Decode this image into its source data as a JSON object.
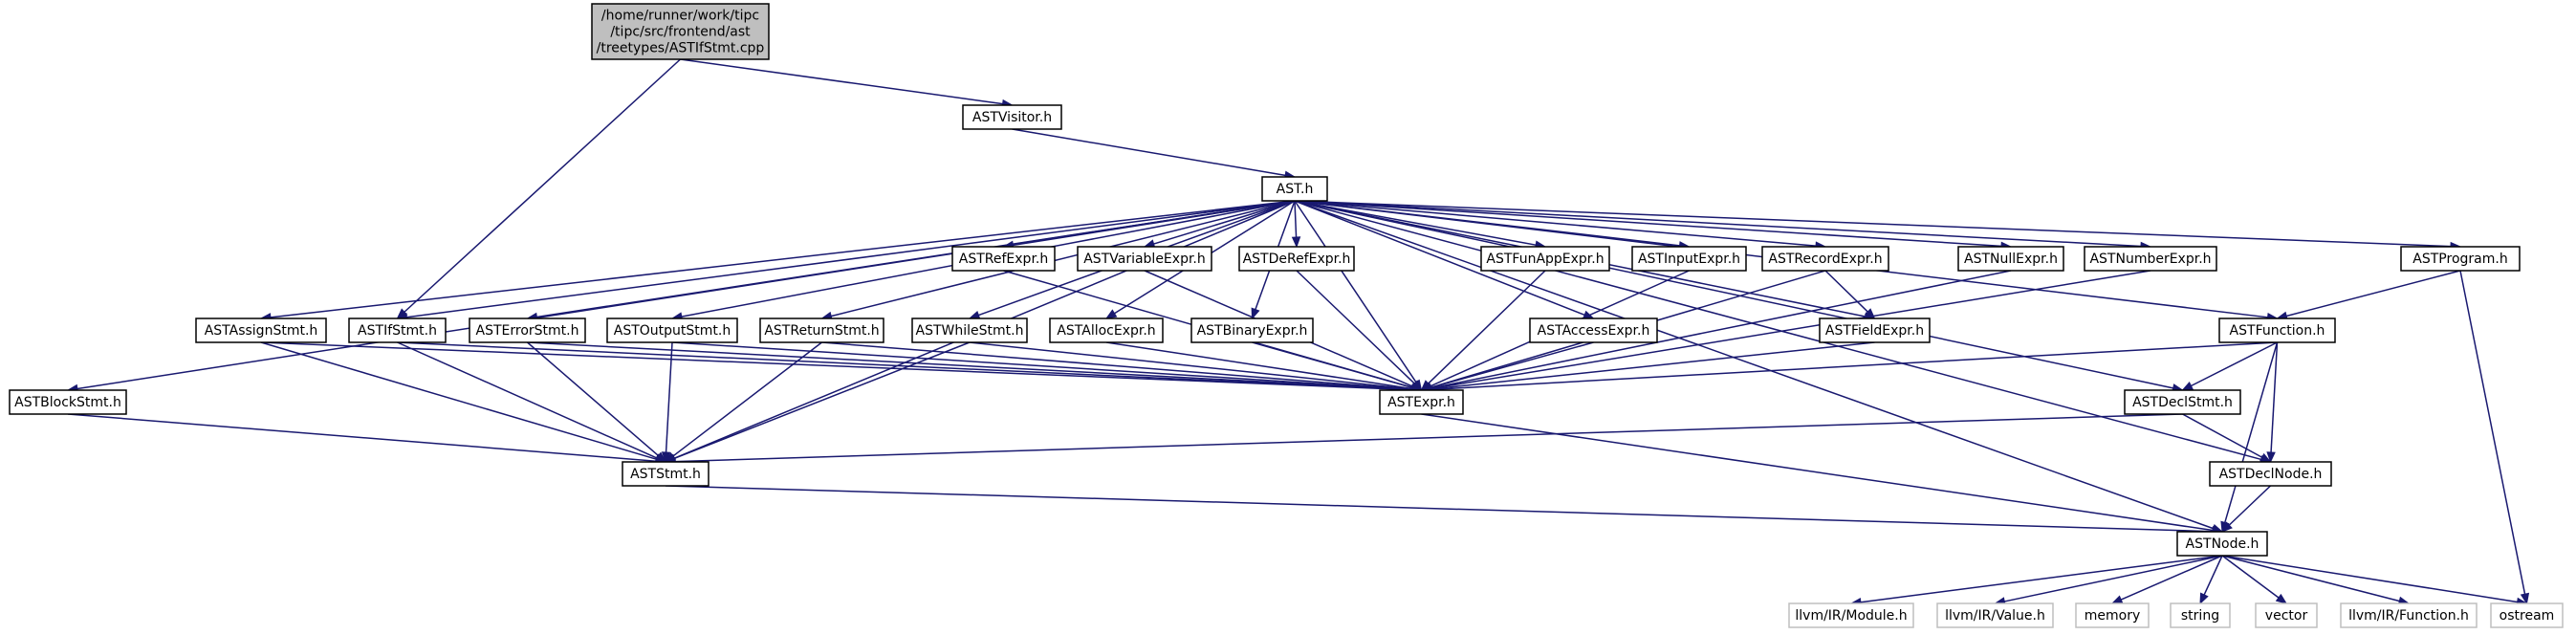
{
  "diagram": {
    "type": "dependency-graph",
    "edge_color": "#191970",
    "root_fill": "#bfbfbf",
    "external_border": "#bfbfbf",
    "nodes": [
      {
        "id": "root",
        "kind": "root",
        "lines": [
          "/home/runner/work/tipc",
          "/tipc/src/frontend/ast",
          "/treetypes/ASTIfStmt.cpp"
        ]
      },
      {
        "id": "ASTVisitor",
        "kind": "header",
        "lines": [
          "ASTVisitor.h"
        ]
      },
      {
        "id": "AST",
        "kind": "header",
        "lines": [
          "AST.h"
        ]
      },
      {
        "id": "ASTRefExpr",
        "kind": "header",
        "lines": [
          "ASTRefExpr.h"
        ]
      },
      {
        "id": "ASTVariableExpr",
        "kind": "header",
        "lines": [
          "ASTVariableExpr.h"
        ]
      },
      {
        "id": "ASTDeRefExpr",
        "kind": "header",
        "lines": [
          "ASTDeRefExpr.h"
        ]
      },
      {
        "id": "ASTFunAppExpr",
        "kind": "header",
        "lines": [
          "ASTFunAppExpr.h"
        ]
      },
      {
        "id": "ASTInputExpr",
        "kind": "header",
        "lines": [
          "ASTInputExpr.h"
        ]
      },
      {
        "id": "ASTRecordExpr",
        "kind": "header",
        "lines": [
          "ASTRecordExpr.h"
        ]
      },
      {
        "id": "ASTNullExpr",
        "kind": "header",
        "lines": [
          "ASTNullExpr.h"
        ]
      },
      {
        "id": "ASTNumberExpr",
        "kind": "header",
        "lines": [
          "ASTNumberExpr.h"
        ]
      },
      {
        "id": "ASTProgram",
        "kind": "header",
        "lines": [
          "ASTProgram.h"
        ]
      },
      {
        "id": "ASTAssignStmt",
        "kind": "header",
        "lines": [
          "ASTAssignStmt.h"
        ]
      },
      {
        "id": "ASTIfStmt",
        "kind": "header",
        "lines": [
          "ASTIfStmt.h"
        ]
      },
      {
        "id": "ASTErrorStmt",
        "kind": "header",
        "lines": [
          "ASTErrorStmt.h"
        ]
      },
      {
        "id": "ASTOutputStmt",
        "kind": "header",
        "lines": [
          "ASTOutputStmt.h"
        ]
      },
      {
        "id": "ASTReturnStmt",
        "kind": "header",
        "lines": [
          "ASTReturnStmt.h"
        ]
      },
      {
        "id": "ASTWhileStmt",
        "kind": "header",
        "lines": [
          "ASTWhileStmt.h"
        ]
      },
      {
        "id": "ASTAllocExpr",
        "kind": "header",
        "lines": [
          "ASTAllocExpr.h"
        ]
      },
      {
        "id": "ASTBinaryExpr",
        "kind": "header",
        "lines": [
          "ASTBinaryExpr.h"
        ]
      },
      {
        "id": "ASTAccessExpr",
        "kind": "header",
        "lines": [
          "ASTAccessExpr.h"
        ]
      },
      {
        "id": "ASTFieldExpr",
        "kind": "header",
        "lines": [
          "ASTFieldExpr.h"
        ]
      },
      {
        "id": "ASTFunction",
        "kind": "header",
        "lines": [
          "ASTFunction.h"
        ]
      },
      {
        "id": "ASTBlockStmt",
        "kind": "header",
        "lines": [
          "ASTBlockStmt.h"
        ]
      },
      {
        "id": "ASTExpr",
        "kind": "header",
        "lines": [
          "ASTExpr.h"
        ]
      },
      {
        "id": "ASTDeclStmt",
        "kind": "header",
        "lines": [
          "ASTDeclStmt.h"
        ]
      },
      {
        "id": "ASTStmt",
        "kind": "header",
        "lines": [
          "ASTStmt.h"
        ]
      },
      {
        "id": "ASTDeclNode",
        "kind": "header",
        "lines": [
          "ASTDeclNode.h"
        ]
      },
      {
        "id": "ASTNode",
        "kind": "header",
        "lines": [
          "ASTNode.h"
        ]
      },
      {
        "id": "llvmModule",
        "kind": "external",
        "lines": [
          "llvm/IR/Module.h"
        ]
      },
      {
        "id": "llvmValue",
        "kind": "external",
        "lines": [
          "llvm/IR/Value.h"
        ]
      },
      {
        "id": "memory",
        "kind": "external",
        "lines": [
          "memory"
        ]
      },
      {
        "id": "string",
        "kind": "external",
        "lines": [
          "string"
        ]
      },
      {
        "id": "vector",
        "kind": "external",
        "lines": [
          "vector"
        ]
      },
      {
        "id": "llvmFunction",
        "kind": "external",
        "lines": [
          "llvm/IR/Function.h"
        ]
      },
      {
        "id": "ostream",
        "kind": "external",
        "lines": [
          "ostream"
        ]
      }
    ],
    "edges": [
      [
        "root",
        "ASTVisitor"
      ],
      [
        "root",
        "ASTIfStmt"
      ],
      [
        "ASTVisitor",
        "AST"
      ],
      [
        "AST",
        "ASTRefExpr"
      ],
      [
        "AST",
        "ASTVariableExpr"
      ],
      [
        "AST",
        "ASTDeRefExpr"
      ],
      [
        "AST",
        "ASTFunAppExpr"
      ],
      [
        "AST",
        "ASTInputExpr"
      ],
      [
        "AST",
        "ASTRecordExpr"
      ],
      [
        "AST",
        "ASTNullExpr"
      ],
      [
        "AST",
        "ASTNumberExpr"
      ],
      [
        "AST",
        "ASTProgram"
      ],
      [
        "AST",
        "ASTAssignStmt"
      ],
      [
        "AST",
        "ASTIfStmt"
      ],
      [
        "AST",
        "ASTErrorStmt"
      ],
      [
        "AST",
        "ASTOutputStmt"
      ],
      [
        "AST",
        "ASTReturnStmt"
      ],
      [
        "AST",
        "ASTWhileStmt"
      ],
      [
        "AST",
        "ASTAllocExpr"
      ],
      [
        "AST",
        "ASTBinaryExpr"
      ],
      [
        "AST",
        "ASTAccessExpr"
      ],
      [
        "AST",
        "ASTFieldExpr"
      ],
      [
        "AST",
        "ASTFunction"
      ],
      [
        "AST",
        "ASTBlockStmt"
      ],
      [
        "AST",
        "ASTExpr"
      ],
      [
        "AST",
        "ASTStmt"
      ],
      [
        "AST",
        "ASTDeclStmt"
      ],
      [
        "AST",
        "ASTDeclNode"
      ],
      [
        "AST",
        "ASTNode"
      ],
      [
        "ASTRefExpr",
        "ASTExpr"
      ],
      [
        "ASTVariableExpr",
        "ASTExpr"
      ],
      [
        "ASTDeRefExpr",
        "ASTExpr"
      ],
      [
        "ASTFunAppExpr",
        "ASTExpr"
      ],
      [
        "ASTInputExpr",
        "ASTExpr"
      ],
      [
        "ASTRecordExpr",
        "ASTExpr"
      ],
      [
        "ASTRecordExpr",
        "ASTFieldExpr"
      ],
      [
        "ASTNullExpr",
        "ASTExpr"
      ],
      [
        "ASTNumberExpr",
        "ASTExpr"
      ],
      [
        "ASTProgram",
        "ASTFunction"
      ],
      [
        "ASTProgram",
        "ostream"
      ],
      [
        "ASTAssignStmt",
        "ASTExpr"
      ],
      [
        "ASTAssignStmt",
        "ASTStmt"
      ],
      [
        "ASTIfStmt",
        "ASTExpr"
      ],
      [
        "ASTIfStmt",
        "ASTStmt"
      ],
      [
        "ASTErrorStmt",
        "ASTExpr"
      ],
      [
        "ASTErrorStmt",
        "ASTStmt"
      ],
      [
        "ASTOutputStmt",
        "ASTExpr"
      ],
      [
        "ASTOutputStmt",
        "ASTStmt"
      ],
      [
        "ASTReturnStmt",
        "ASTExpr"
      ],
      [
        "ASTReturnStmt",
        "ASTStmt"
      ],
      [
        "ASTWhileStmt",
        "ASTExpr"
      ],
      [
        "ASTWhileStmt",
        "ASTStmt"
      ],
      [
        "ASTAllocExpr",
        "ASTExpr"
      ],
      [
        "ASTBinaryExpr",
        "ASTExpr"
      ],
      [
        "ASTAccessExpr",
        "ASTExpr"
      ],
      [
        "ASTFieldExpr",
        "ASTExpr"
      ],
      [
        "ASTFunction",
        "ASTExpr"
      ],
      [
        "ASTFunction",
        "ASTDeclStmt"
      ],
      [
        "ASTFunction",
        "ASTDeclNode"
      ],
      [
        "ASTFunction",
        "ASTNode"
      ],
      [
        "ASTBlockStmt",
        "ASTStmt"
      ],
      [
        "ASTExpr",
        "ASTNode"
      ],
      [
        "ASTDeclStmt",
        "ASTStmt"
      ],
      [
        "ASTDeclStmt",
        "ASTDeclNode"
      ],
      [
        "ASTStmt",
        "ASTNode"
      ],
      [
        "ASTDeclNode",
        "ASTNode"
      ],
      [
        "ASTNode",
        "llvmModule"
      ],
      [
        "ASTNode",
        "llvmValue"
      ],
      [
        "ASTNode",
        "memory"
      ],
      [
        "ASTNode",
        "string"
      ],
      [
        "ASTNode",
        "vector"
      ],
      [
        "ASTNode",
        "llvmFunction"
      ],
      [
        "ASTNode",
        "ostream"
      ]
    ]
  }
}
